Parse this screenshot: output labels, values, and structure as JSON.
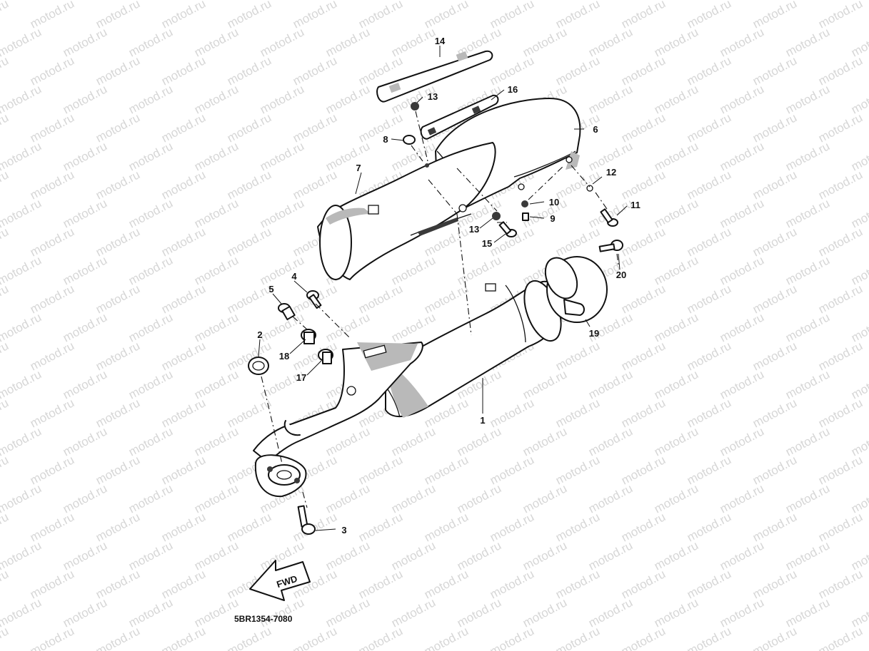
{
  "watermark": {
    "text": "motod.ru"
  },
  "diagram": {
    "code": "5BR1354-7080",
    "fwd_label": "FWD",
    "parts": [
      {
        "id": "p1",
        "label": "1"
      },
      {
        "id": "p2",
        "label": "2"
      },
      {
        "id": "p3",
        "label": "3"
      },
      {
        "id": "p4",
        "label": "4"
      },
      {
        "id": "p5",
        "label": "5"
      },
      {
        "id": "p6",
        "label": "6"
      },
      {
        "id": "p7",
        "label": "7"
      },
      {
        "id": "p8",
        "label": "8"
      },
      {
        "id": "p9",
        "label": "9"
      },
      {
        "id": "p10",
        "label": "10"
      },
      {
        "id": "p11",
        "label": "11"
      },
      {
        "id": "p12",
        "label": "12"
      },
      {
        "id": "p13a",
        "label": "13"
      },
      {
        "id": "p13b",
        "label": "13"
      },
      {
        "id": "p14",
        "label": "14"
      },
      {
        "id": "p15",
        "label": "15"
      },
      {
        "id": "p16",
        "label": "16"
      },
      {
        "id": "p17",
        "label": "17"
      },
      {
        "id": "p18",
        "label": "18"
      },
      {
        "id": "p19",
        "label": "19"
      },
      {
        "id": "p20",
        "label": "20"
      }
    ]
  }
}
